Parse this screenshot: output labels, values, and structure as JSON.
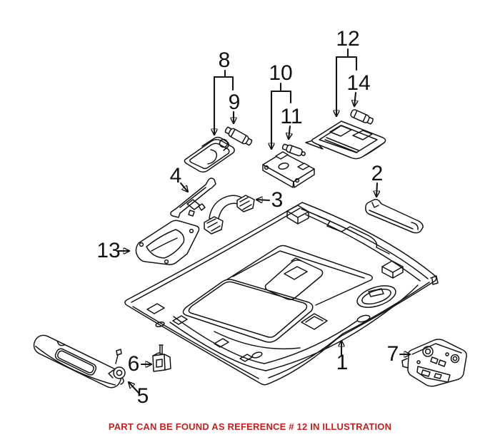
{
  "diagram": {
    "line_color": "#141414",
    "callouts": {
      "c1": "1",
      "c2": "2",
      "c3": "3",
      "c4": "4",
      "c5": "5",
      "c6": "6",
      "c7": "7",
      "c8": "8",
      "c9": "9",
      "c10": "10",
      "c11": "11",
      "c12": "12",
      "c13": "13",
      "c14": "14"
    }
  },
  "note": {
    "text": "PART CAN BE FOUND AS REFERENCE # 12 IN ILLUSTRATION",
    "color": "#c42020"
  }
}
